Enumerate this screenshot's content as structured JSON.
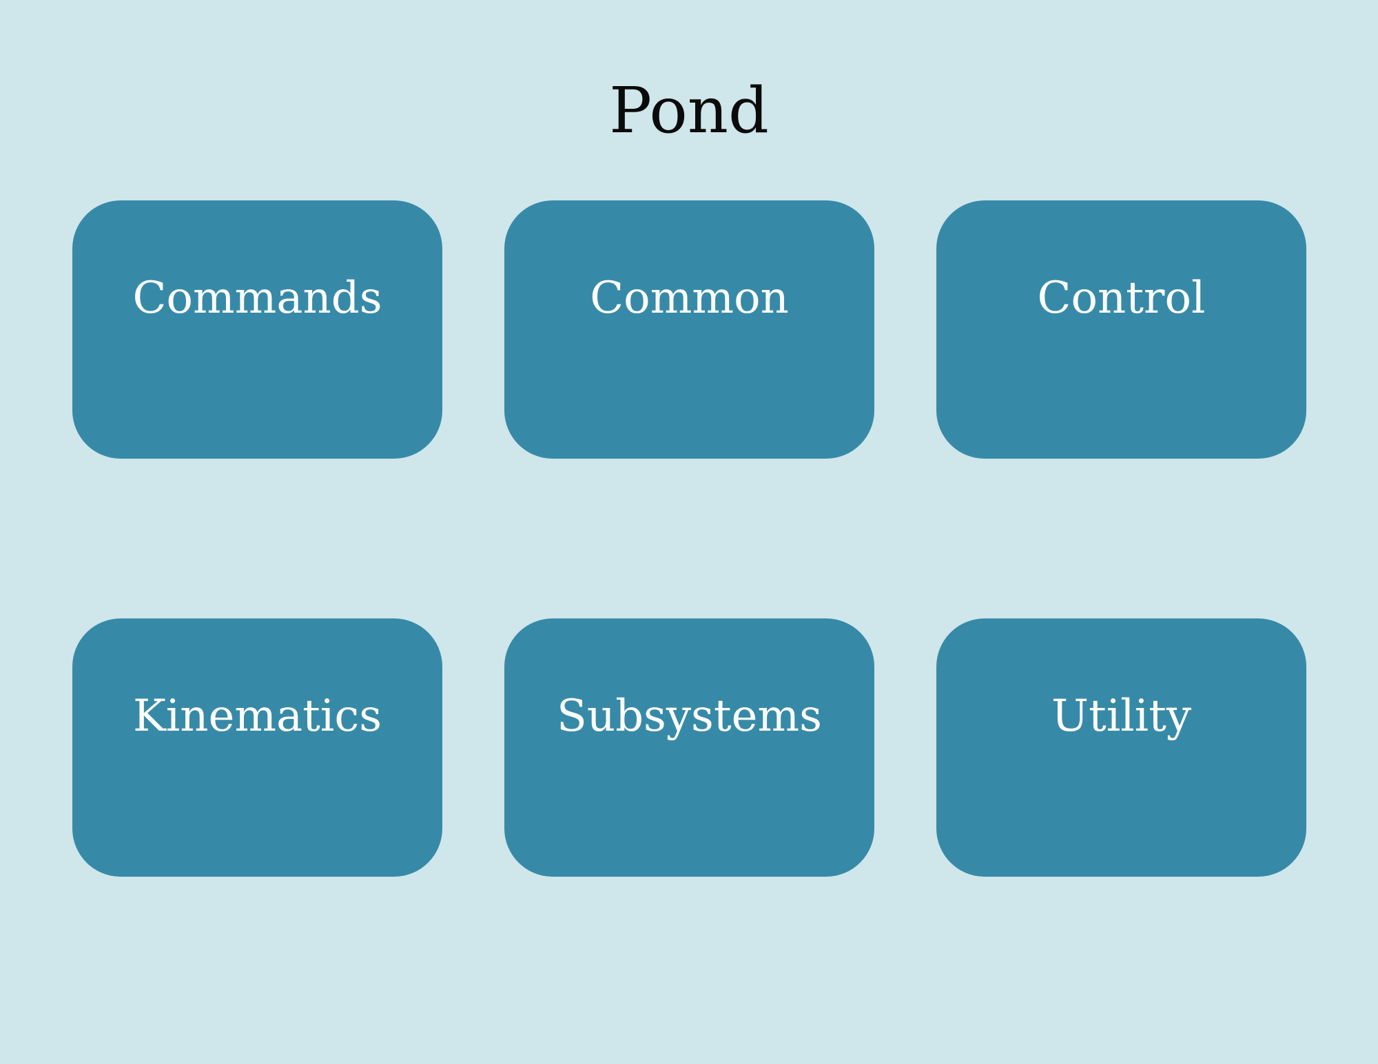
{
  "title": "Pond",
  "colors": {
    "background": "#cfe6eb",
    "tile": "#378aa7",
    "tile_text": "#ffffff",
    "title_text": "#0b0b0b"
  },
  "modules": [
    {
      "label": "Commands"
    },
    {
      "label": "Common"
    },
    {
      "label": "Control"
    },
    {
      "label": "Kinematics"
    },
    {
      "label": "Subsystems"
    },
    {
      "label": "Utility"
    }
  ]
}
